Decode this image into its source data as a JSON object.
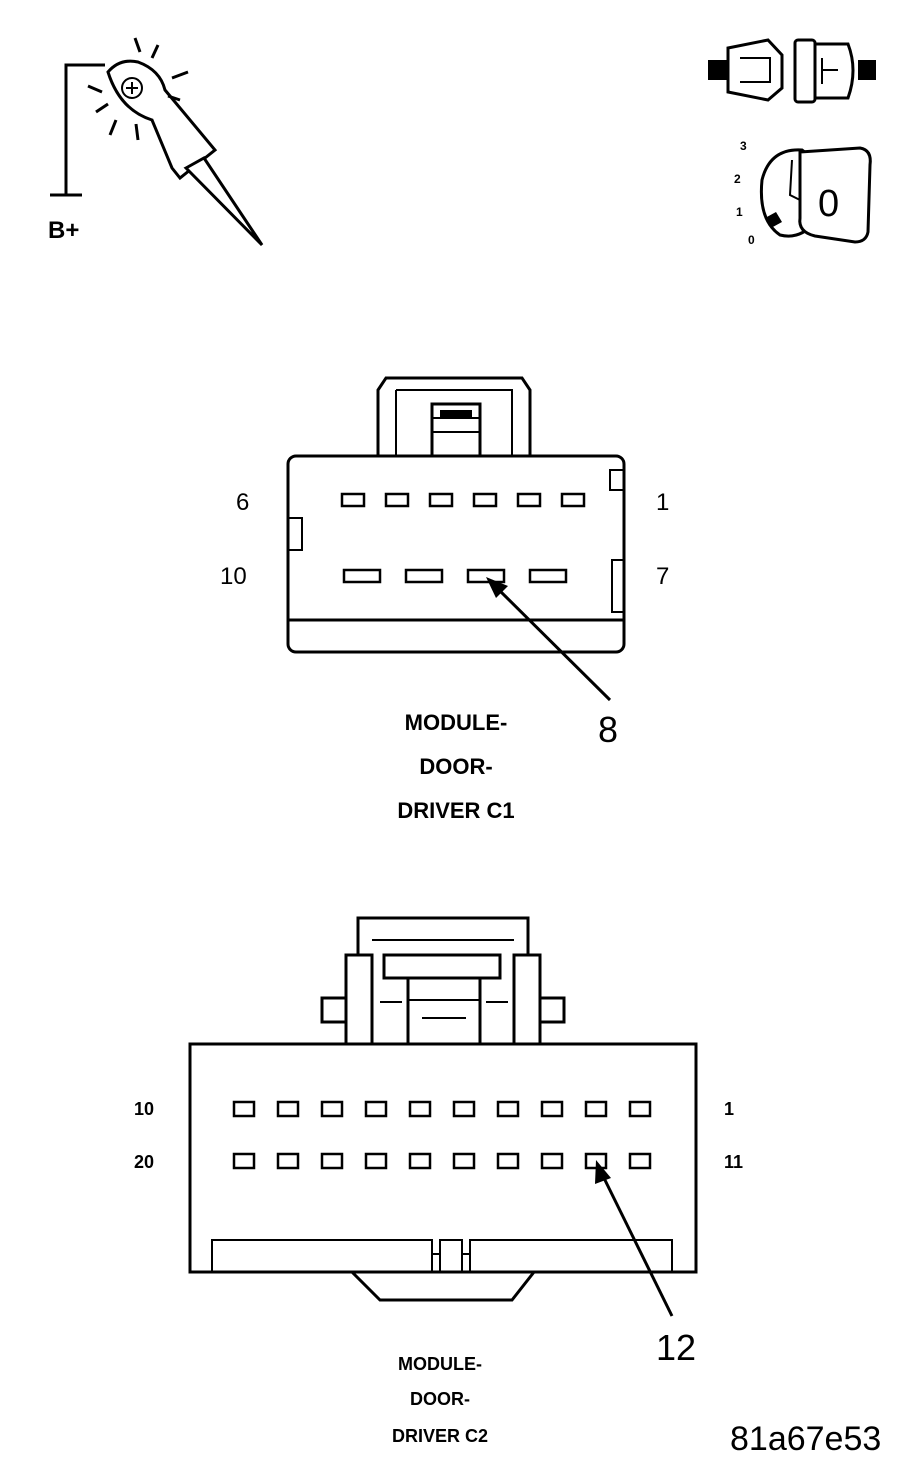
{
  "test_icons": {
    "probe_icon": "test-light-probe-icon",
    "probe_label": "B+",
    "connector_icon": "disconnect-connector-icon",
    "ignition_icon": "ignition-key-icon",
    "ignition_positions": [
      "3",
      "2",
      "1",
      "0"
    ],
    "ignition_key_label": "0"
  },
  "connector_c1": {
    "caption_lines": [
      "MODULE-",
      "DOOR-",
      "DRIVER C1"
    ],
    "top_left_pin": "6",
    "top_right_pin": "1",
    "bottom_left_pin": "10",
    "bottom_right_pin": "7",
    "callout_pin": "8",
    "top_row_cavities": 6,
    "bottom_row_cavities": 4
  },
  "connector_c2": {
    "caption_lines": [
      "MODULE-",
      "DOOR-",
      "DRIVER C2"
    ],
    "top_left_pin": "10",
    "top_right_pin": "1",
    "bottom_left_pin": "20",
    "bottom_right_pin": "11",
    "callout_pin": "12",
    "top_row_cavities": 10,
    "bottom_row_cavities": 10
  },
  "figure_id": "81a67e53"
}
